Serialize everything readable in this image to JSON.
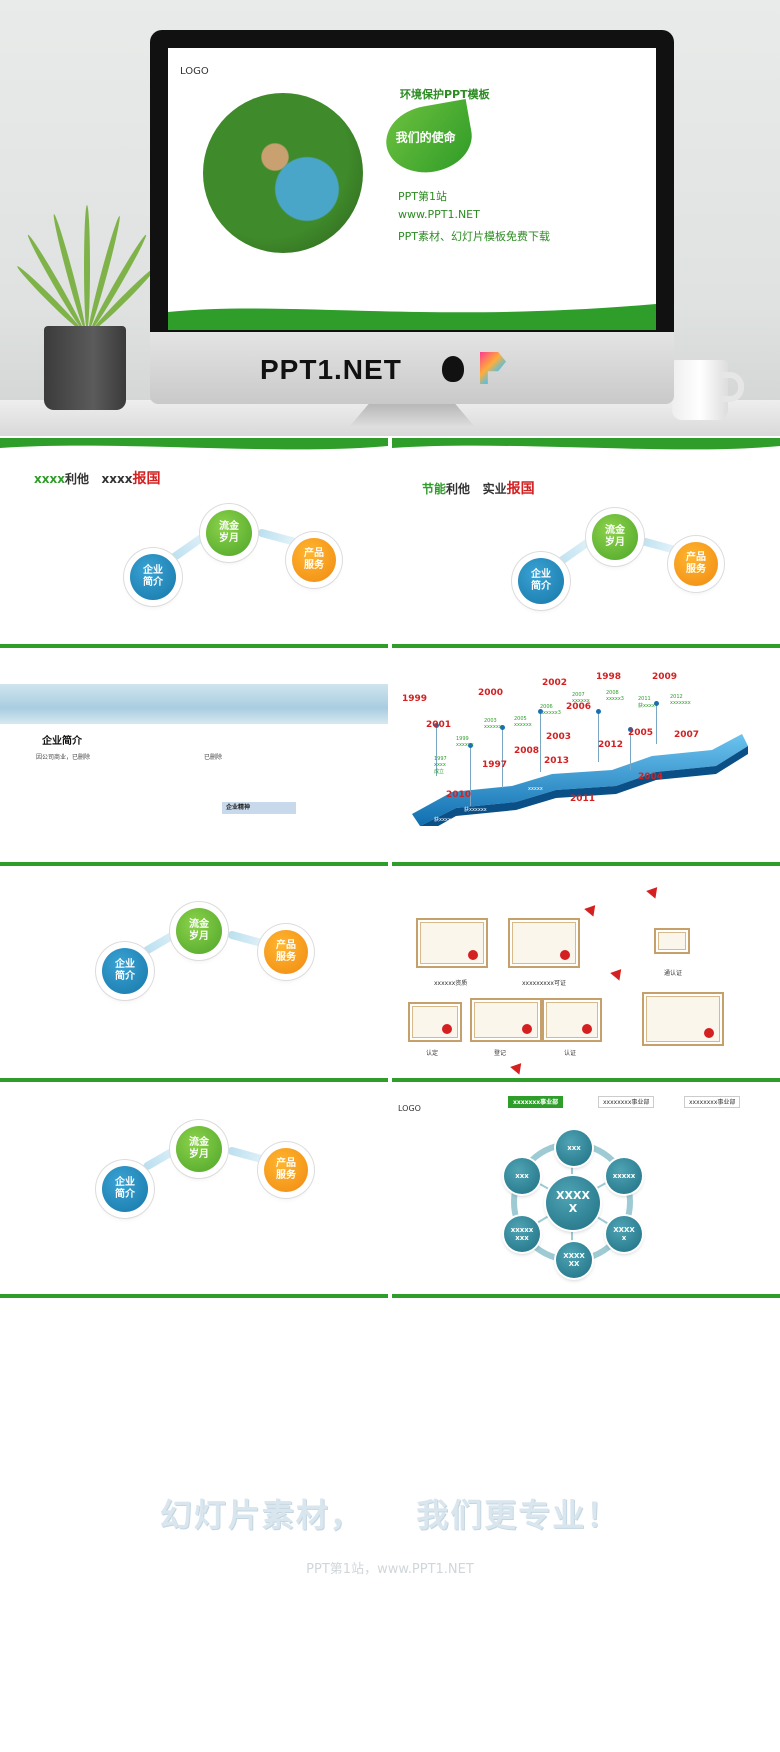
{
  "hero": {
    "logo": "LOGO",
    "title": "环境保护PPT模板",
    "mission": "我们的使命",
    "lines": [
      "PPT第1站",
      "www.PPT1.NET",
      "PPT素材、幻灯片模板免费下载"
    ],
    "brand": "PPT1.NET"
  },
  "slide_process_1": {
    "headline_a": "xxxx",
    "headline_b": "利他",
    "headline_c": "xxxx",
    "headline_d": "报国",
    "c1": "企业\n简介",
    "c2": "流金\n岁月",
    "c3": "产品\n服务"
  },
  "slide_process_2": {
    "headline_a": "节能",
    "headline_b": "利他",
    "headline_c": "实业",
    "headline_d": "报国",
    "c1": "企业\n简介",
    "c2": "流金\n岁月",
    "c3": "产品\n服务"
  },
  "slide_about": {
    "title": "企业简介",
    "text_left": "因公司商业，已删除",
    "text_right": "已删除",
    "tag": "企业精神"
  },
  "slide_timeline": {
    "years_red": [
      "1999",
      "2000",
      "2002",
      "1998",
      "2009",
      "2001",
      "2006",
      "2003",
      "2005",
      "2007",
      "1997",
      "2008",
      "2013",
      "2012",
      "2010",
      "2004",
      "2011"
    ],
    "labels_small": [
      "1997\nxxxx\n成立",
      "1999\nxxxxxx",
      "2003\nxxxxxx",
      "2005\nxxxxxx",
      "2006\nxxxxxx3",
      "2007\nxxxxxx",
      "2008\nxxxxx3",
      "2011\n获xxxx",
      "2012\nxxxxxxx"
    ],
    "band_labels": [
      "获xxxx",
      "获xxxxxx",
      "xxxxx"
    ]
  },
  "slide_process_3": {
    "c1": "企业\n简介",
    "c2": "流金\n岁月",
    "c3": "产品\n服务"
  },
  "slide_certs": {
    "captions": [
      "xxxxxx资质",
      "xxxxxxxxx可证",
      "通认证",
      "认定",
      "登记",
      "认证"
    ]
  },
  "slide_process_4": {
    "c1": "企业\n简介",
    "c2": "流金\n岁月",
    "c3": "产品\n服务"
  },
  "slide_org": {
    "logo": "LOGO",
    "tabs": [
      "xxxxxxx事业部",
      "xxxxxxxx事业部",
      "xxxxxxxx事业部"
    ],
    "center": "XXXX\nX",
    "nodes": [
      "xxx",
      "xxxxx",
      "XXXX\nx",
      "XXXX\nXX",
      "xxxxx\nxxx",
      "xxx"
    ]
  },
  "end": {
    "slogan_a": "幻灯片素材，",
    "slogan_b": "我们更专业！",
    "sub": "PPT第1站，www.PPT1.NET"
  },
  "colors": {
    "green": "#2e9d2a",
    "red": "#d42020",
    "blue": "#1677a8",
    "orange": "#f08a12",
    "teal": "#1e6f82"
  }
}
